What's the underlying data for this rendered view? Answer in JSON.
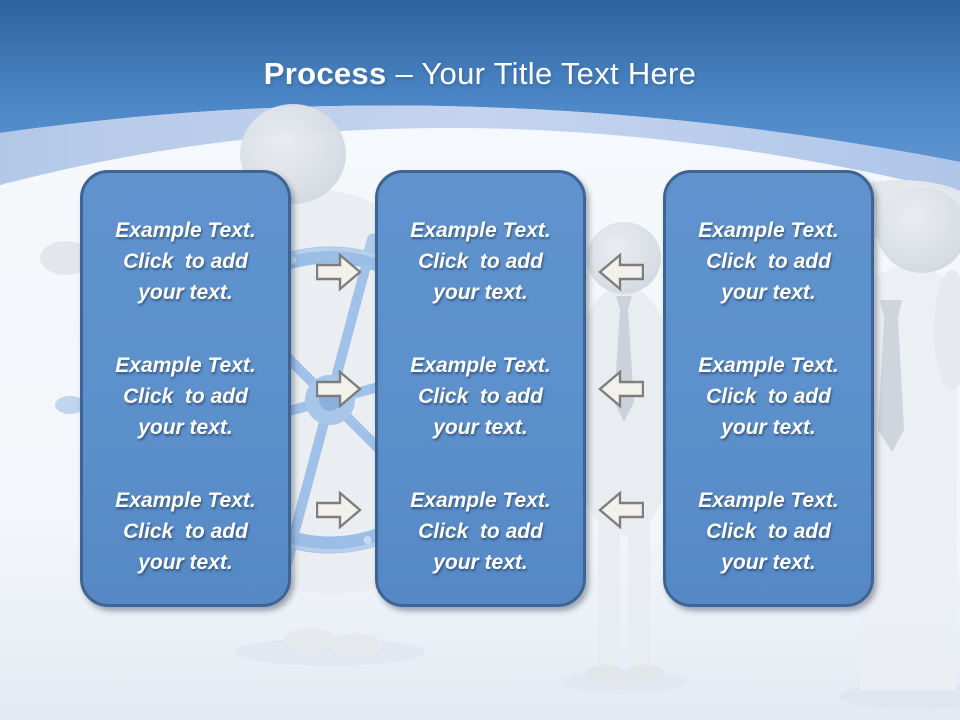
{
  "title": {
    "bold": "Process",
    "rest": "– Your Title Text Here"
  },
  "boxes": [
    {
      "name": "left-process-box",
      "items": [
        "Example Text.\nClick  to add\nyour text.",
        "Example Text.\nClick  to add\nyour text.",
        "Example Text.\nClick  to add\nyour text."
      ]
    },
    {
      "name": "middle-process-box",
      "items": [
        "Example Text.\nClick  to add\nyour text.",
        "Example Text.\nClick  to add\nyour text.",
        "Example Text.\nClick  to add\nyour text."
      ]
    },
    {
      "name": "right-process-box",
      "items": [
        "Example Text.\nClick  to add\nyour text.",
        "Example Text.\nClick  to add\nyour text.",
        "Example Text.\nClick  to add\nyour text."
      ]
    }
  ],
  "arrows": {
    "between_left_and_middle": {
      "direction": "right",
      "count": 3
    },
    "between_middle_and_right": {
      "direction": "left",
      "count": 3
    }
  },
  "background_art": {
    "left_figure": "3d-person-at-ship-wheel",
    "right_figures": "3d-business-people-with-ties"
  },
  "colors": {
    "header_gradient_top": "#2F639D",
    "header_gradient_bottom": "#5E96D3",
    "swoosh_band": "#BDCFEC",
    "page_background": "#F3F6FA",
    "box_fill": "#5C90CB",
    "box_border": "#3E6493",
    "box_text": "#FFFFFF",
    "title_text": "#FFFFFF",
    "arrow_fill": "#F3F1EC",
    "arrow_border": "#7E7E7E",
    "wheel_blue": "#97BBE5"
  }
}
